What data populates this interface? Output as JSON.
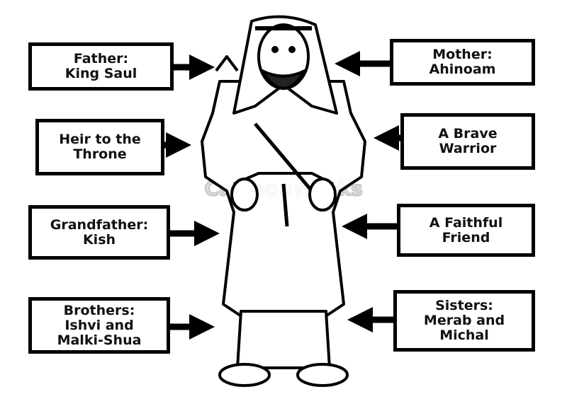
{
  "watermark": "CartoonWorks",
  "boxes": {
    "father": {
      "line1": "Father:",
      "line2": "King Saul"
    },
    "mother": {
      "line1": "Mother:",
      "line2": "Ahinoam"
    },
    "heir": {
      "line1": "Heir to the",
      "line2": "Throne"
    },
    "warrior": {
      "line1": "A Brave",
      "line2": "Warrior"
    },
    "grandfather": {
      "line1": "Grandfather:",
      "line2": "Kish"
    },
    "friend": {
      "line1": "A Faithful",
      "line2": "Friend"
    },
    "brothers": {
      "line1": "Brothers:",
      "line2": "Ishvi and",
      "line3": "Malki-Shua"
    },
    "sisters": {
      "line1": "Sisters:",
      "line2": "Merab and",
      "line3": "Michal"
    }
  }
}
